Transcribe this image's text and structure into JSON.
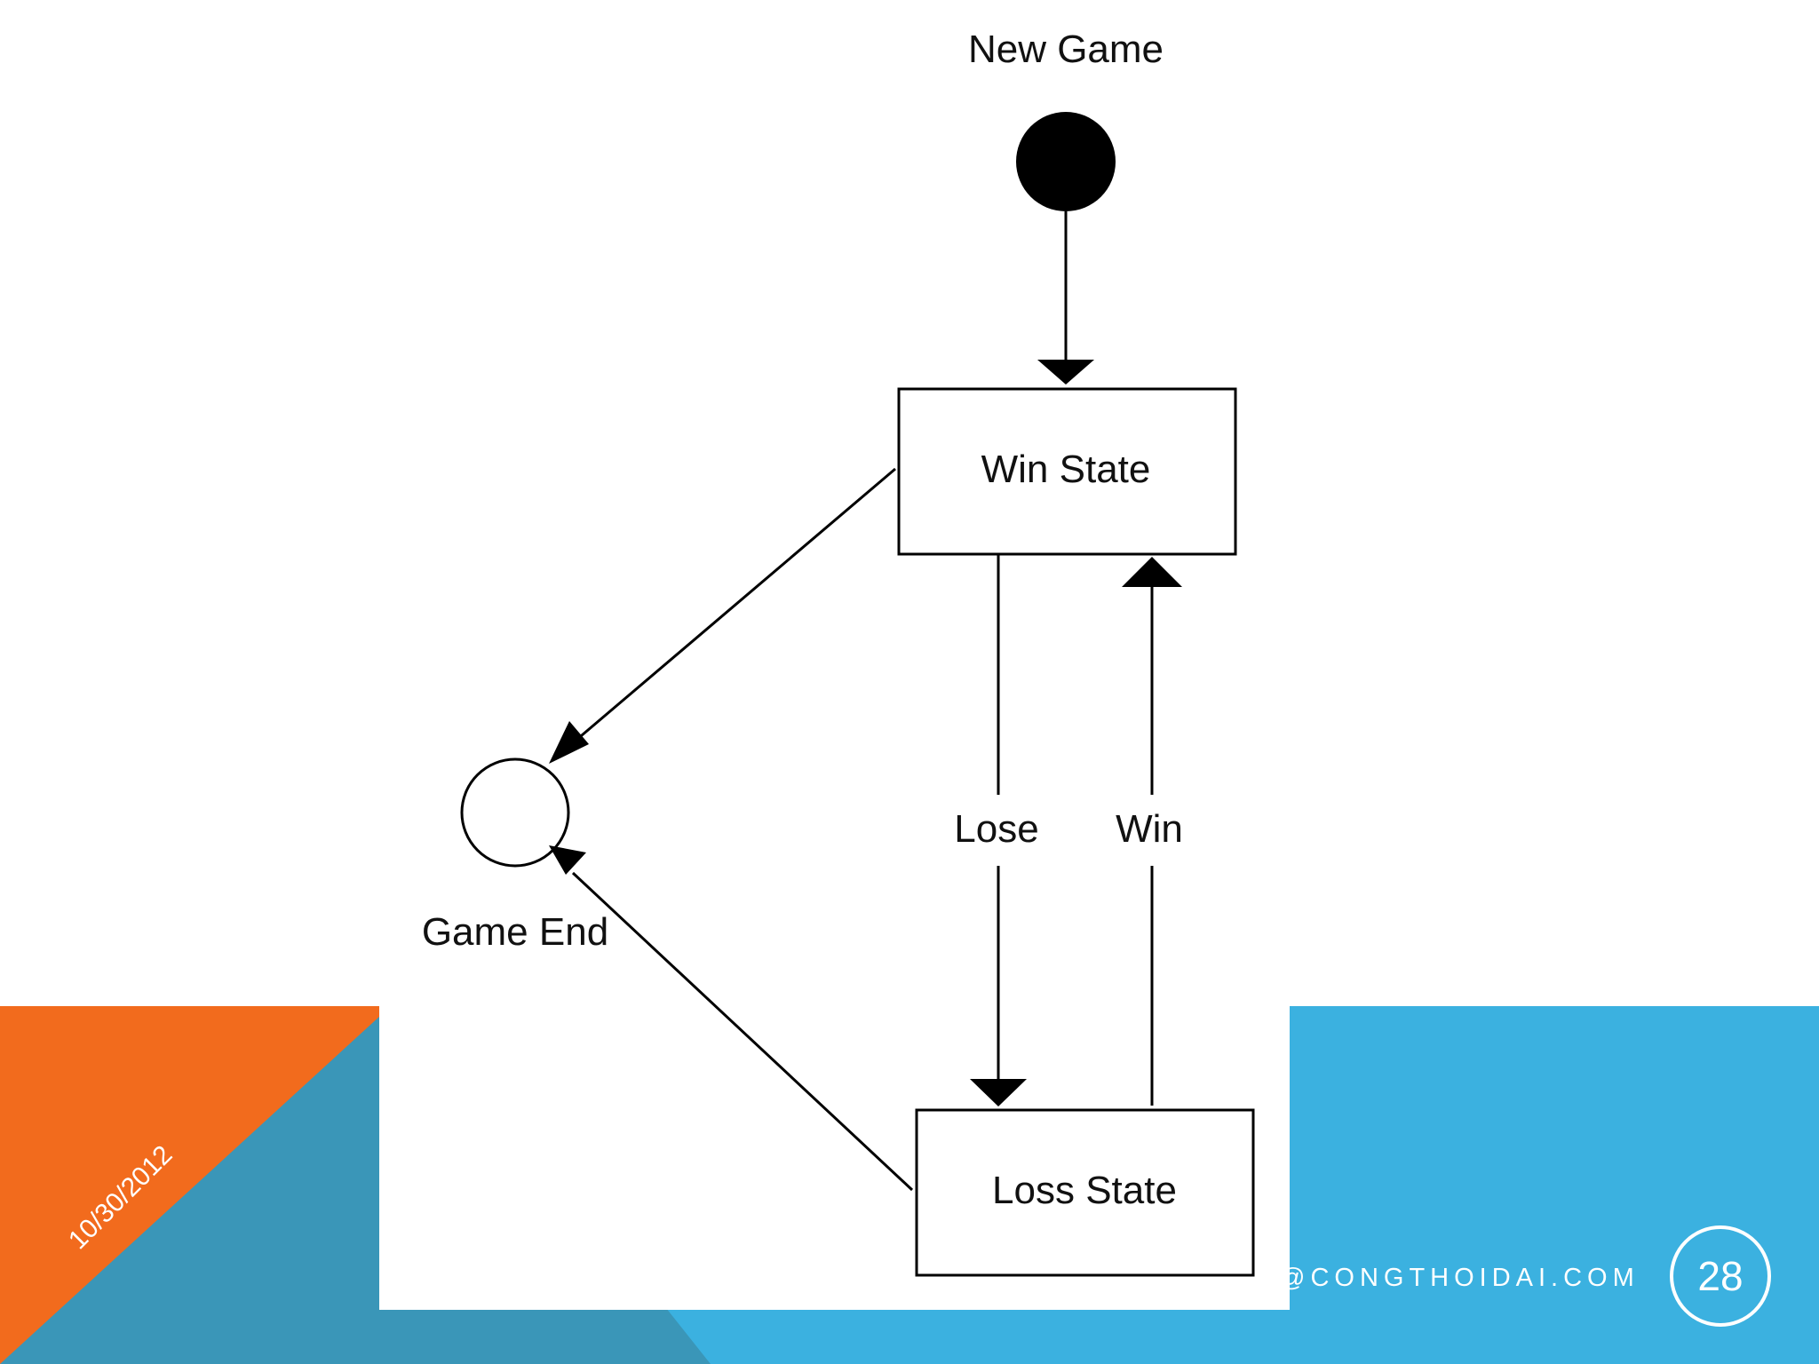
{
  "slide": {
    "date": "10/30/2012",
    "footer_site": "@CONGTHOIDAI.COM",
    "page_number": "28",
    "colors": {
      "orange": "#F26B1D",
      "teal": "#3A96B8",
      "blue": "#3BB1E0",
      "white": "#FFFFFF"
    }
  },
  "diagram": {
    "initial_state_label": "New Game",
    "final_state_label": "Game End",
    "states": {
      "win": "Win State",
      "loss": "Loss State"
    },
    "transitions": {
      "lose": "Lose",
      "win": "Win"
    }
  }
}
